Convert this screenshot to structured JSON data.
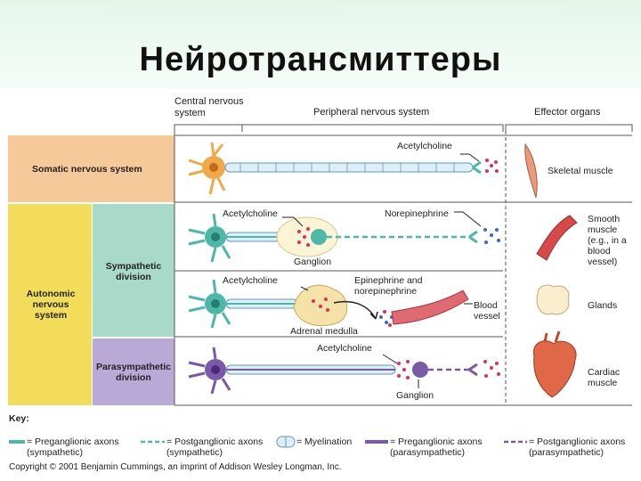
{
  "title": "Нейротрансмиттеры",
  "headers": {
    "cns": "Central nervous system",
    "pns": "Peripheral nervous system",
    "effector": "Effector organs"
  },
  "divisions": {
    "somatic": "Somatic nervous system",
    "autonomic": "Autonomic nervous system",
    "sympathetic": "Sympathetic division",
    "parasympathetic": "Parasympathetic division"
  },
  "labels": {
    "ach_somatic": "Acetylcholine",
    "ach_symp": "Acetylcholine",
    "norepinephrine": "Norepinephrine",
    "ganglion_symp": "Ganglion",
    "ach_adrenal": "Acetylcholine",
    "epinephrine": "Epinephrine and norepinephrine",
    "adrenal_medulla": "Adrenal medulla",
    "blood_vessel": "Blood vessel",
    "ach_para": "Acetylcholine",
    "ganglion_para": "Ganglion"
  },
  "effectors": {
    "skeletal": "Skeletal muscle",
    "smooth": "Smooth muscle (e.g., in a blood vessel)",
    "glands": "Glands",
    "cardiac": "Cardiac muscle"
  },
  "key": {
    "title": "Key:",
    "pre_symp": "= Preganglionic axons (sympathetic)",
    "post_symp": "= Postganglionic axons (sympathetic)",
    "myelination": "= Myelination",
    "pre_para": "= Preganglionic axons (parasympathetic)",
    "post_para": "= Postganglionic axons (parasympathetic)"
  },
  "copyright": "Copyright © 2001 Benjamin Cummings, an imprint of Addison Wesley Longman, Inc.",
  "colors": {
    "somatic_bg": "#f6c99a",
    "autonomic_bg": "#f3dc5a",
    "sympathetic_bg": "#a9d9c8",
    "parasympathetic_bg": "#b9a9d6",
    "teal_neuron": "#4cb8a8",
    "orange_neuron": "#f0a848",
    "purple_neuron": "#7a5aa8",
    "nt_dots": "#e0305a"
  }
}
